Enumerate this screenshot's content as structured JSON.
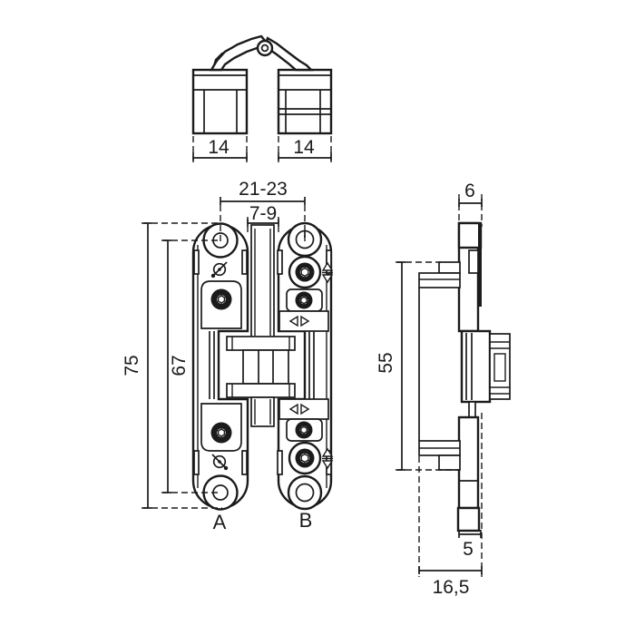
{
  "page": {
    "background": "#ffffff",
    "ink": "#1b1b1b"
  },
  "drawing": {
    "kind": "technical-drawing",
    "subject": "concealed invisible hinge — three orthographic views (top, front, side)",
    "views": [
      "top-view",
      "front-view",
      "side-view"
    ]
  },
  "dims": {
    "top_left_width": "14",
    "top_right_width": "14",
    "hole_spacing": "21-23",
    "gap": "7-9",
    "total_height": "75",
    "hole_centers": "67",
    "plate_width": "6",
    "side_height": "55",
    "foot_width": "5",
    "overall_depth": "16,5"
  },
  "labels": {
    "part_a": "A",
    "part_b": "B"
  }
}
